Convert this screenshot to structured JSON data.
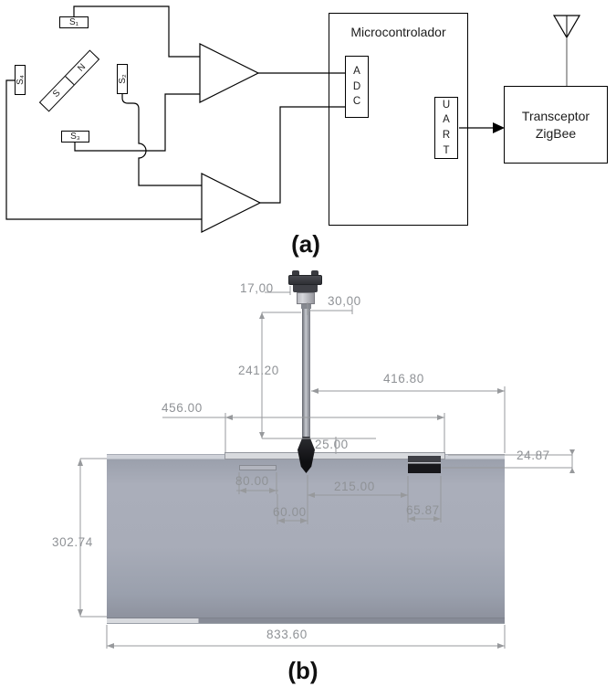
{
  "figure": {
    "caption_a": "(a)",
    "caption_b": "(b)"
  },
  "block_diagram": {
    "sensors": {
      "s1": "S₁",
      "s2": "S₂",
      "s3": "S₃",
      "s4": "S₄"
    },
    "magnet": {
      "south": "S",
      "north": "N"
    },
    "microcontroller_title": "Microcontrolador",
    "adc_letters": [
      "A",
      "D",
      "C"
    ],
    "uart_letters": [
      "U",
      "A",
      "R",
      "T"
    ],
    "transceiver": {
      "line1": "Transceptor",
      "line2": "ZigBee"
    }
  },
  "drawing": {
    "dimensions": {
      "fitting_offset": "17,00",
      "fitting_width": "30,00",
      "stem_length": "241.20",
      "plate_width": "456.00",
      "right_span": "416.80",
      "probe_width": "25.00",
      "sensor_height": "24.87",
      "strip_width": "80.00",
      "sensor_offset": "215.00",
      "probe_gap": "60.00",
      "sensor_width": "65.87",
      "pipe_diameter": "302.74",
      "pipe_length": "833.60"
    }
  },
  "colors": {
    "diagram_line": "#000000",
    "dimension_gray": "#8f9296",
    "pipe_gray": "#a8acb8",
    "sensor_dark": "#17171b"
  }
}
